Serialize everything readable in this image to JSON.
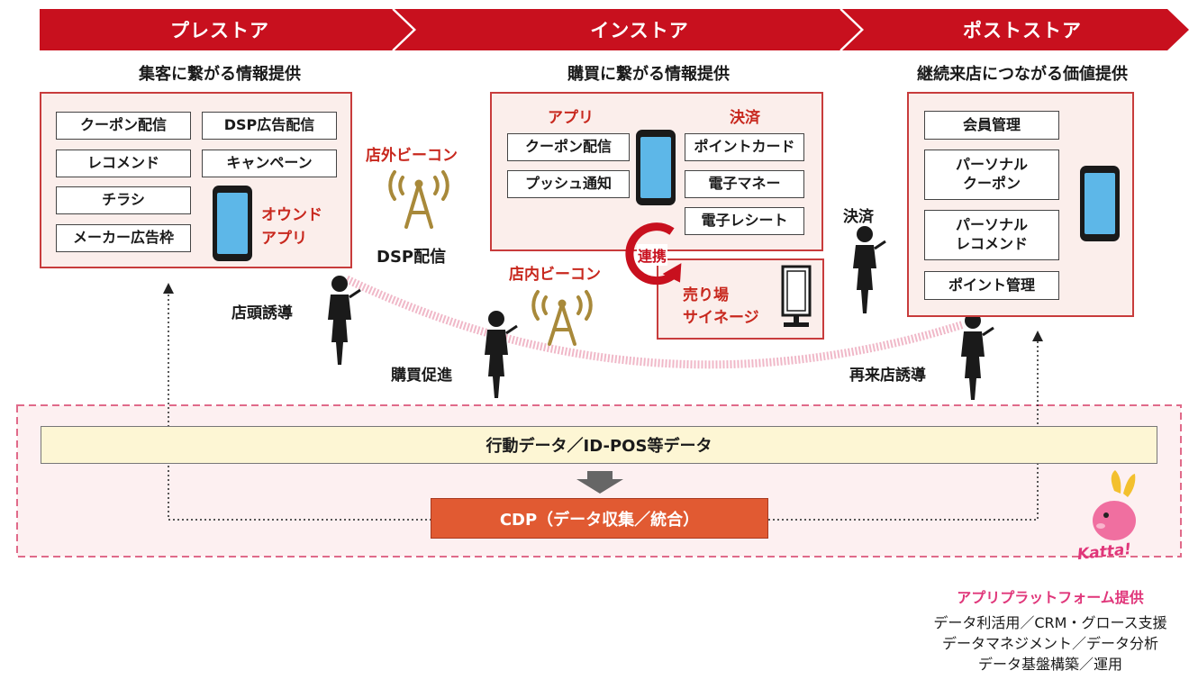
{
  "stages": [
    {
      "title": "プレストア",
      "subtitle": "集客に繋がる情報提供"
    },
    {
      "title": "インストア",
      "subtitle": "購買に繋がる情報提供"
    },
    {
      "title": "ポストストア",
      "subtitle": "継続来店につながる価値提供"
    }
  ],
  "prestore": {
    "items": [
      "クーポン配信",
      "DSP広告配信",
      "レコメンド",
      "キャンペーン",
      "チラシ",
      "メーカー広告枠"
    ],
    "owned_app_line1": "オウンド",
    "owned_app_line2": "アプリ"
  },
  "outside_beacon": {
    "title": "店外ビーコン",
    "dsp": "DSP配信"
  },
  "instore": {
    "app_label": "アプリ",
    "payment_label": "決済",
    "app_items": [
      "クーポン配信",
      "プッシュ通知"
    ],
    "payment_items": [
      "ポイントカード",
      "電子マネー",
      "電子レシート"
    ],
    "link_label": "連携",
    "signage_line1": "売り場",
    "signage_line2": "サイネージ"
  },
  "inside_beacon": {
    "title": "店内ビーコン"
  },
  "poststore": {
    "payment_label": "決済",
    "items": [
      "会員管理",
      "パーソナル\nクーポン",
      "パーソナル\nレコメンド",
      "ポイント管理"
    ]
  },
  "journey": {
    "storefront": "店頭誘導",
    "purchase": "購買促進",
    "revisit": "再来店誘導"
  },
  "data": {
    "bar_label": "行動データ／ID-POS等データ",
    "cdp_label": "CDP（データ収集／統合）"
  },
  "platform": {
    "logo_text": "Katta!",
    "title": "アプリプラットフォーム提供",
    "lines": [
      "データ利活用／CRM・グロース支援",
      "データマネジメント／データ分析",
      "データ基盤構築／運用"
    ]
  },
  "colors": {
    "header_red": "#c8101e",
    "panel_fill": "#fbeeeb",
    "accent_red": "#c8281e",
    "data_bar": "#fdf6d4",
    "cdp": "#e15a32",
    "platform_pink": "#e0367a"
  }
}
